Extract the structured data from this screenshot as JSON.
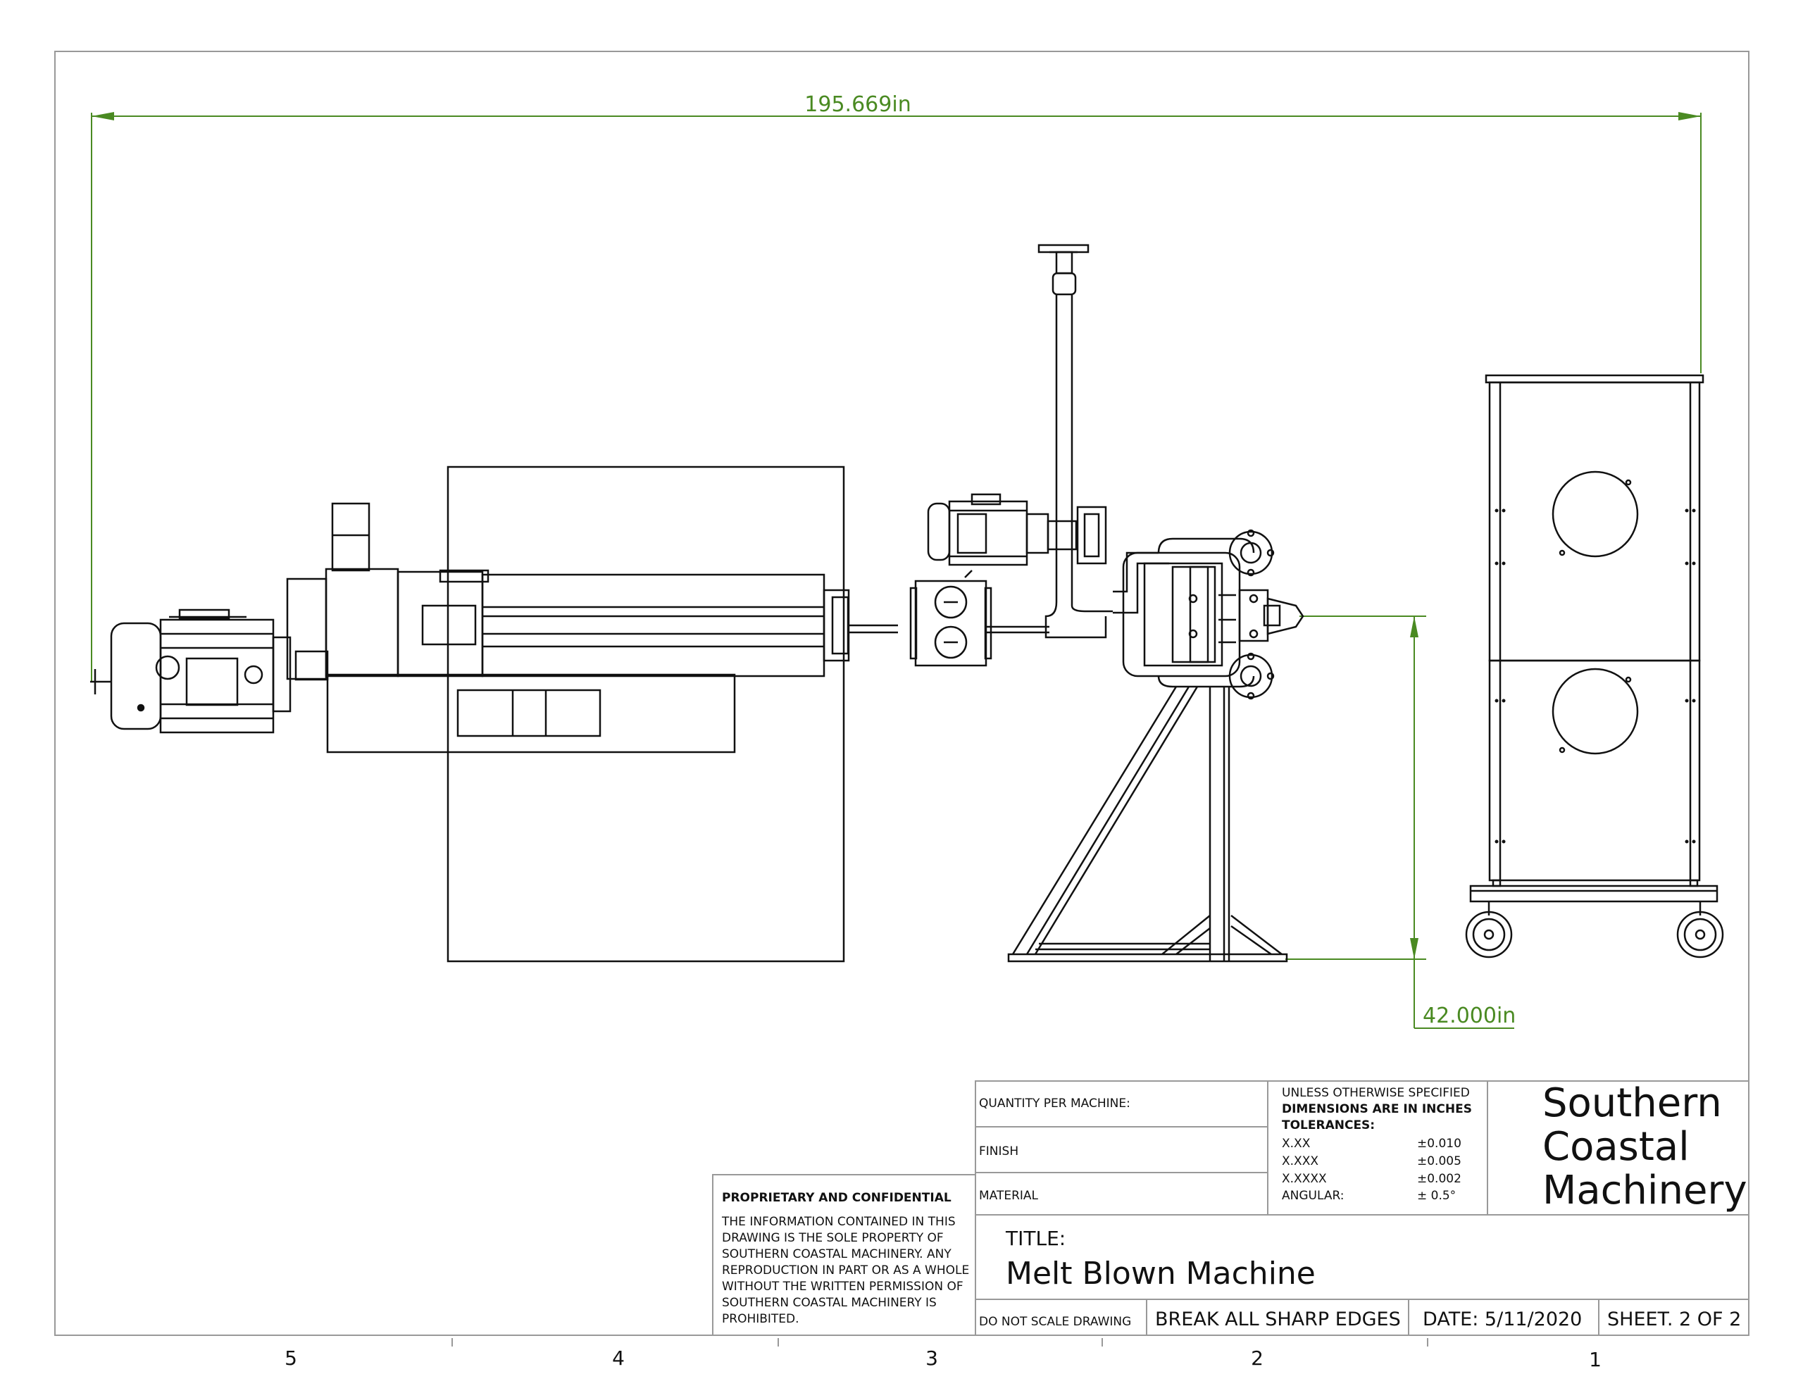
{
  "dimensions": {
    "overall_length": "195.669in",
    "height": "42.000in"
  },
  "zones": [
    "5",
    "4",
    "3",
    "2",
    "1"
  ],
  "title_block": {
    "quantity_label": "QUANTITY PER MACHINE:",
    "finish_label": "FINISH",
    "material_label": "MATERIAL",
    "tolerance_header": "UNLESS OTHERWISE SPECIFIED",
    "tolerance_units": "DIMENSIONS ARE IN INCHES",
    "tolerance_title": "TOLERANCES:",
    "tolerances": [
      {
        "format": "X.XX",
        "value": "±0.010"
      },
      {
        "format": "X.XXX",
        "value": "±0.005"
      },
      {
        "format": "X.XXXX",
        "value": "±0.002"
      },
      {
        "format": "ANGULAR:",
        "value": "± 0.5°"
      }
    ],
    "company_lines": [
      "Southern",
      "Coastal",
      "Machinery"
    ],
    "proprietary_title": "PROPRIETARY AND CONFIDENTIAL",
    "proprietary_lines": [
      "THE INFORMATION CONTAINED IN THIS",
      "DRAWING IS THE SOLE PROPERTY OF",
      "SOUTHERN COASTAL MACHINERY.  ANY",
      "REPRODUCTION IN PART OR AS A WHOLE",
      "WITHOUT THE WRITTEN PERMISSION OF",
      "SOUTHERN COASTAL MACHINERY IS",
      "PROHIBITED."
    ],
    "title_label": "TITLE:",
    "title": "Melt Blown Machine",
    "no_scale": "DO NOT SCALE DRAWING",
    "edges": "BREAK ALL SHARP EDGES",
    "date": "DATE: 5/11/2020",
    "sheet": "SHEET. 2 OF 2"
  }
}
